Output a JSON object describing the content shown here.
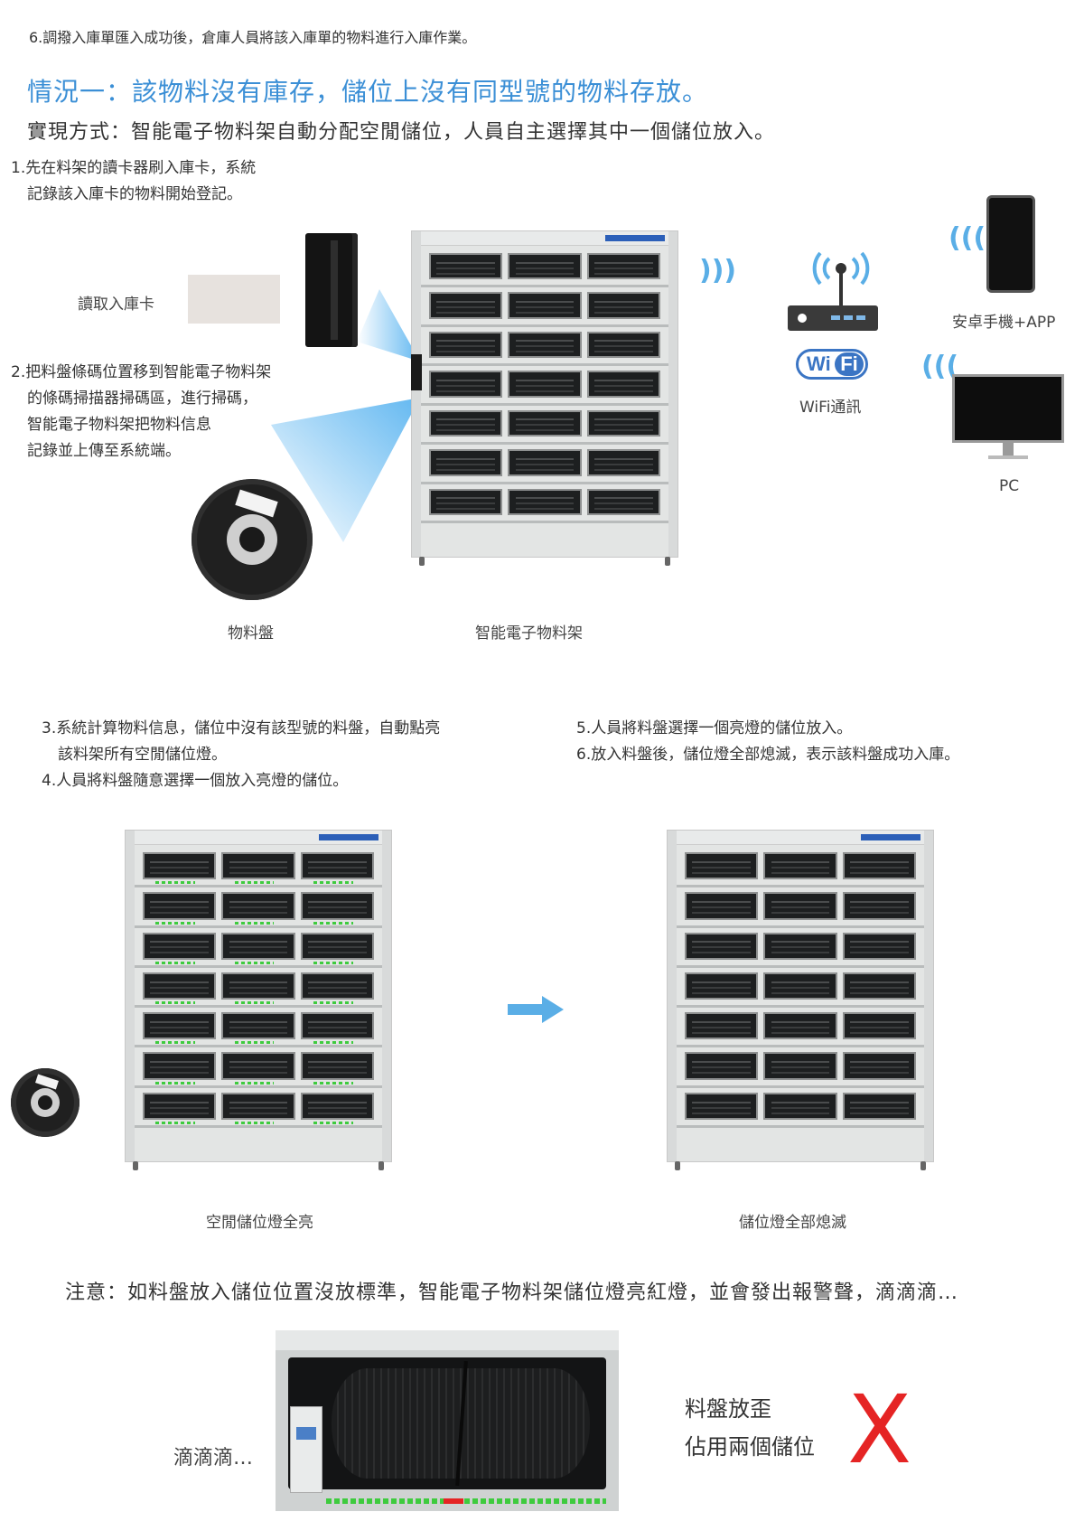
{
  "step6_import": "6.調撥入庫單匯入成功後，倉庫人員將該入庫單的物料進行入庫作業。",
  "situation_title": "情況一：該物料沒有庫存，儲位上沒有同型號的物料存放。",
  "method": "實現方式：智能電子物料架自動分配空閒儲位，人員自主選擇其中一個儲位放入。",
  "step1": [
    "1.先在料架的讀卡器刷入庫卡，系統",
    "記錄該入庫卡的物料開始登記。"
  ],
  "read_card_label": "讀取入庫卡",
  "step2": [
    "2.把料盤條碼位置移到智能電子物料架",
    "的條碼掃描器掃碼區，進行掃碼，",
    "智能電子物料架把物料信息",
    "記錄並上傳至系統端。"
  ],
  "reel_label": "物料盤",
  "rack_label": "智能電子物料架",
  "wifi_logo": {
    "wi": "Wi",
    "fi": "Fi"
  },
  "wifi_label": "WiFi通訊",
  "phone_label": "安卓手機+APP",
  "pc_label": "PC",
  "step3_4": [
    "3.系統計算物料信息，儲位中沒有該型號的料盤，自動點亮",
    "該料架所有空閒儲位燈。",
    "4.人員將料盤隨意選擇一個放入亮燈的儲位。"
  ],
  "step5_6": [
    "5.人員將料盤選擇一個亮燈的儲位放入。",
    "6.放入料盤後，儲位燈全部熄滅，表示該料盤成功入庫。"
  ],
  "caption_lit": "空閒儲位燈全亮",
  "caption_off": "儲位燈全部熄滅",
  "note": "注意：如料盤放入儲位位置沒放標準，智能電子物料架儲位燈亮紅燈，並會發出報警聲，滴滴滴…",
  "beep_label": "滴滴滴…",
  "tilt_lines": [
    "料盤放歪",
    "佔用兩個儲位"
  ],
  "x_mark": "X",
  "colors": {
    "accent_blue": "#3b8fd6",
    "wave_blue": "#5aaee6",
    "led_green": "#3ecb3e",
    "alert_red": "#e52424"
  }
}
